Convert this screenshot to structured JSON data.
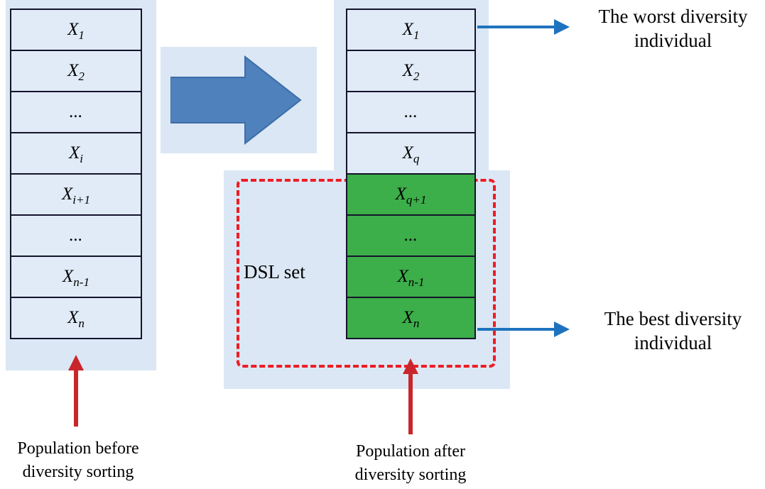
{
  "left_stack": {
    "cells": [
      {
        "base": "X",
        "sub": "1"
      },
      {
        "base": "X",
        "sub": "2"
      },
      {
        "base": "...",
        "sub": ""
      },
      {
        "base": "X",
        "sub": "i"
      },
      {
        "base": "X",
        "sub": "i+1"
      },
      {
        "base": "...",
        "sub": ""
      },
      {
        "base": "X",
        "sub": "n-1"
      },
      {
        "base": "X",
        "sub": "n"
      }
    ],
    "caption": [
      "Population before",
      "diversity sorting"
    ]
  },
  "right_stack": {
    "cells": [
      {
        "base": "X",
        "sub": "1",
        "highlight": false
      },
      {
        "base": "X",
        "sub": "2",
        "highlight": false
      },
      {
        "base": "...",
        "sub": "",
        "highlight": false
      },
      {
        "base": "X",
        "sub": "q",
        "highlight": false
      },
      {
        "base": "X",
        "sub": "q+1",
        "highlight": true
      },
      {
        "base": "...",
        "sub": "",
        "highlight": true
      },
      {
        "base": "X",
        "sub": "n-1",
        "highlight": true
      },
      {
        "base": "X",
        "sub": "n",
        "highlight": true
      }
    ],
    "caption": [
      "Population after",
      "diversity  sorting"
    ]
  },
  "dsl_set_label": "DSL set",
  "annotations": {
    "worst": [
      "The worst diversity",
      "individual"
    ],
    "best": [
      "The best diversity",
      "individual"
    ]
  },
  "colors": {
    "backdrop_blue": "#dbe7f4",
    "cell_blue": "#e0ebf7",
    "dsl_green": "#3cae4a",
    "block_arrow_blue": "#4f81bd",
    "pointer_arrow_blue": "#1e73be",
    "dashed_border_red": "#ed1c24",
    "up_arrow_red": "#c9262c",
    "cell_border": "#14142b"
  }
}
